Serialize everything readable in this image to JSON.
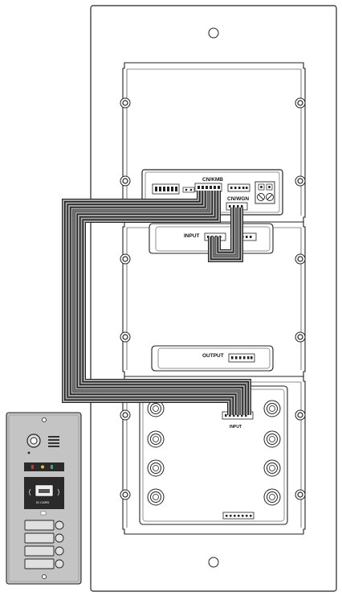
{
  "connectors": {
    "cnkmb": "CN/KMB",
    "cnwgn": "CN/WGN",
    "module1_input": "INPUT",
    "module2_output": "OUTPUT",
    "module3_input": "INPUT"
  },
  "panel_preview": {
    "card_label": "ID CARD",
    "name_buttons": 4
  },
  "colors": {
    "outline": "#222222",
    "cable_fill": "#9a9a9a",
    "panel_metal": "#bdbdbd",
    "panel_dark": "#2a2a2a"
  }
}
